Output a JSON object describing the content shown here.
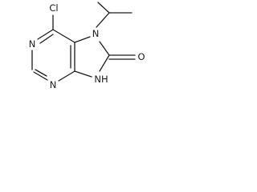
{
  "molecule": {
    "atoms": {
      "cl": "Cl",
      "n_top": "N",
      "n_left": "N",
      "n_bottom": "N",
      "nh": "NH",
      "o": "O"
    }
  }
}
